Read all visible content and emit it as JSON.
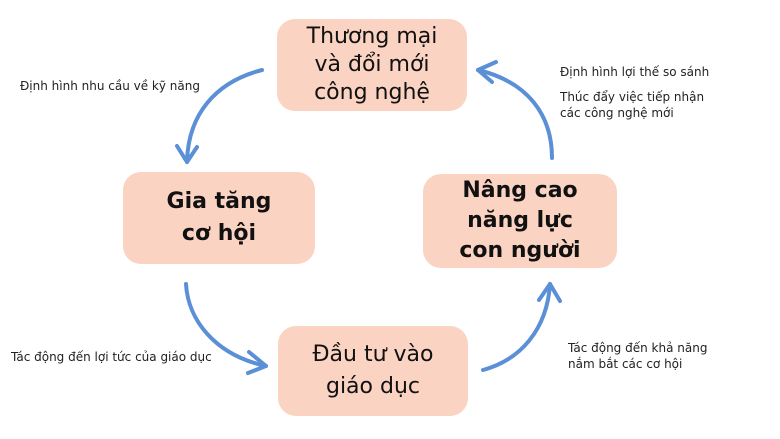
{
  "diagram": {
    "type": "cycle",
    "colors": {
      "box_fill": "#fbd3c2",
      "arrow": "#5b8fd6",
      "text": "#111111"
    },
    "nodes": [
      {
        "id": "trade",
        "lines": [
          "Thương mại",
          "và đổi mới",
          "công nghệ"
        ],
        "bold": false
      },
      {
        "id": "opportunity",
        "lines": [
          "Gia tăng",
          "cơ hội"
        ],
        "bold": true
      },
      {
        "id": "education",
        "lines": [
          "Đầu tư vào",
          "giáo dục"
        ],
        "bold": false
      },
      {
        "id": "capacity",
        "lines": [
          "Nâng cao",
          "năng lực",
          "con người"
        ],
        "bold": true
      }
    ],
    "edges": [
      {
        "from": "trade",
        "to": "opportunity",
        "label": "Định hình nhu cầu về kỹ năng"
      },
      {
        "from": "opportunity",
        "to": "education",
        "label": "Tác động đến lợi tức của giáo dục"
      },
      {
        "from": "education",
        "to": "capacity",
        "label_lines": [
          "Tác động đến khả năng",
          "nắm bắt các cơ hội"
        ]
      },
      {
        "from": "capacity",
        "to": "trade",
        "labels": [
          "Định hình lợi thế so sánh",
          "Thúc đẩy việc tiếp nhận",
          "các công nghệ mới"
        ]
      }
    ]
  }
}
